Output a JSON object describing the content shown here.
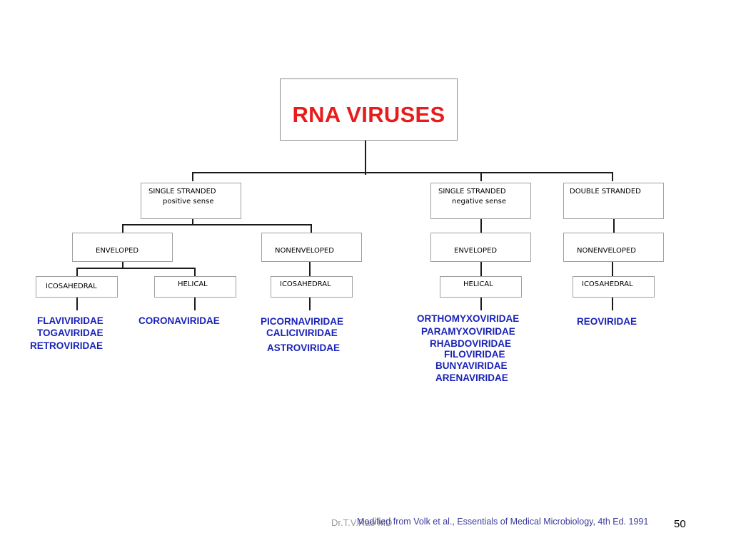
{
  "title": "RNA VIRUSES",
  "level1": {
    "ss_positive": {
      "line1": "SINGLE STRANDED",
      "line2": "positive sense"
    },
    "ss_negative": {
      "line1": "SINGLE STRANDED",
      "line2": "negative sense"
    },
    "ds": {
      "line1": "DOUBLE STRANDED"
    }
  },
  "level2": {
    "pos_enveloped": "ENVELOPED",
    "pos_nonenveloped": "NONENVELOPED",
    "neg_enveloped": "ENVELOPED",
    "ds_nonenveloped": "NONENVELOPED"
  },
  "level3": {
    "pos_env_icosahedral": "ICOSAHEDRAL",
    "pos_env_helical": "HELICAL",
    "pos_nonenv_icosahedral": "ICOSAHEDRAL",
    "neg_env_helical": "HELICAL",
    "ds_nonenv_icosahedral": "ICOSAHEDRAL"
  },
  "families": {
    "group1": [
      "FLAVIVIRIDAE",
      "TOGAVIRIDAE",
      "RETROVIRIDAE"
    ],
    "group2": [
      "CORONAVIRIDAE"
    ],
    "group3": [
      "PICORNAVIRIDAE",
      "CALICIVIRIDAE",
      "ASTROVIRIDAE"
    ],
    "group4": [
      "ORTHOMYXOVIRIDAE",
      "PARAMYXOVIRIDAE",
      "RHABDOVIRIDAE",
      "FILOVIRIDAE",
      "BUNYAVIRIDAE",
      "ARENAVIRIDAE"
    ],
    "group5": [
      "REOVIRIDAE"
    ]
  },
  "footer": {
    "author": "Dr.T.V.Rao MD",
    "credit": "Modified from Volk et al., Essentials of Medical Microbiology, 4th Ed. 1991",
    "page": "50"
  }
}
